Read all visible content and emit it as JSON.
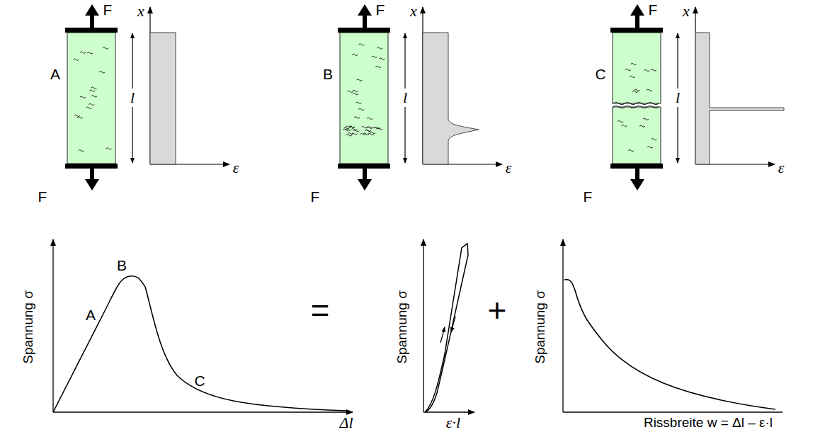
{
  "diagram": {
    "labels": [
      "A",
      "F",
      "F",
      "x",
      "l",
      "ε",
      "B",
      "F",
      "F",
      "x",
      "l",
      "ε",
      "C",
      "F",
      "F",
      "x",
      "l",
      "ε",
      "Spannung σ",
      "A",
      "B",
      "C",
      "Δl",
      "=",
      "Spannung σ",
      "ε·l",
      "+",
      "Spannung σ",
      "Rissbreite w = Δl – ε·l"
    ]
  }
}
